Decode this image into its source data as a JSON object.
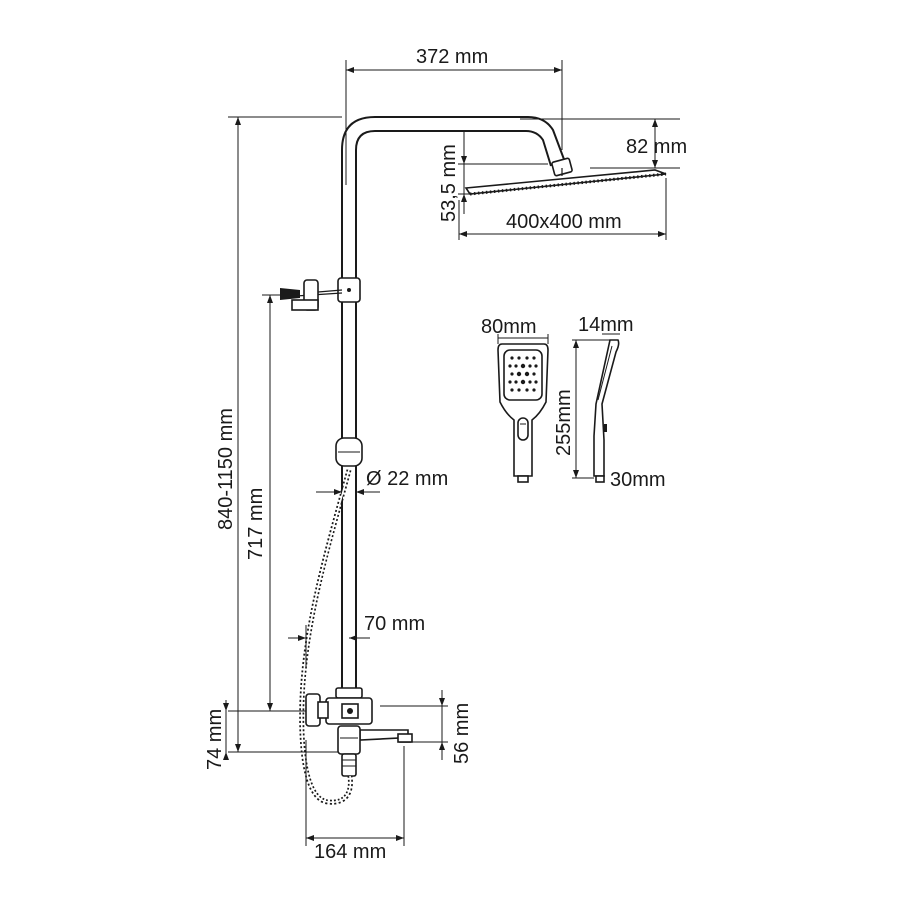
{
  "diagram": {
    "dimensions": {
      "arm_reach": "372 mm",
      "head_offset": "82 mm",
      "head_height": "53,5 mm",
      "head_size": "400x400 mm",
      "total_height": "840-1150 mm",
      "holder_height": "717 mm",
      "pipe_diameter": "Ø 22 mm",
      "hose_offset": "70 mm",
      "mixer_height": "74 mm",
      "spout_height": "56 mm",
      "spout_reach": "164 mm",
      "hand_width": "80mm",
      "hand_thickness": "14mm",
      "hand_length": "255mm",
      "hand_base": "30mm"
    },
    "colors": {
      "line": "#1a1a1a",
      "background": "#ffffff"
    }
  }
}
